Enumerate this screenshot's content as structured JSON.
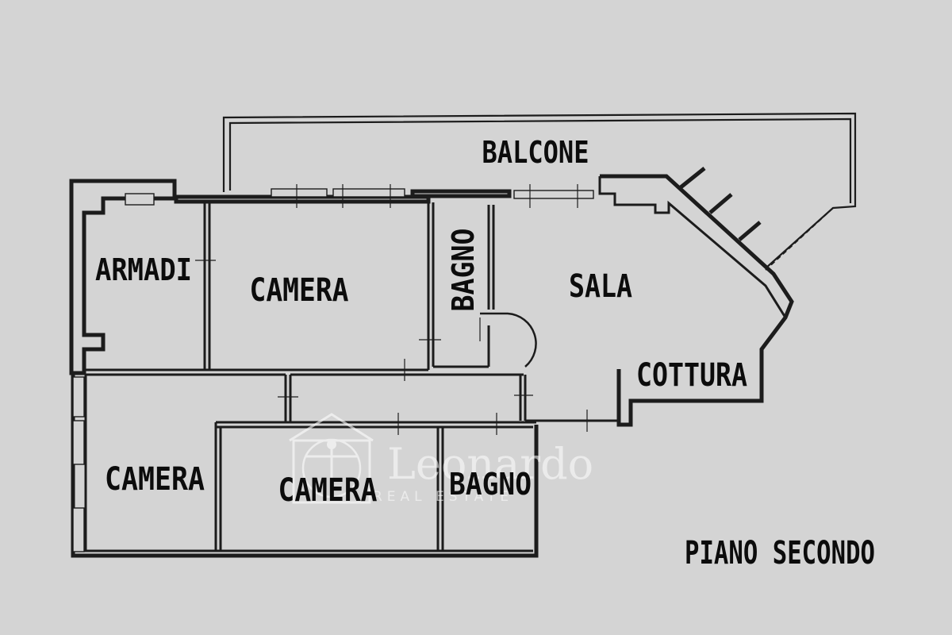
{
  "plan": {
    "title": "PIANO SECONDO",
    "rooms": [
      {
        "id": "balcone",
        "label": "BALCONE"
      },
      {
        "id": "armadi",
        "label": "ARMADI"
      },
      {
        "id": "camera-1",
        "label": "CAMERA"
      },
      {
        "id": "bagno-1",
        "label": "BAGNO"
      },
      {
        "id": "sala",
        "label": "SALA"
      },
      {
        "id": "cottura",
        "label": "COTTURA"
      },
      {
        "id": "camera-2",
        "label": "CAMERA"
      },
      {
        "id": "camera-3",
        "label": "CAMERA"
      },
      {
        "id": "bagno-2",
        "label": "BAGNO"
      }
    ]
  },
  "watermark": {
    "brand": "Leonardo",
    "tagline": "REAL ESTATE"
  },
  "colors": {
    "background": "#d4d4d4",
    "walls": "#1c1c1c",
    "watermark": "#ffffff"
  }
}
